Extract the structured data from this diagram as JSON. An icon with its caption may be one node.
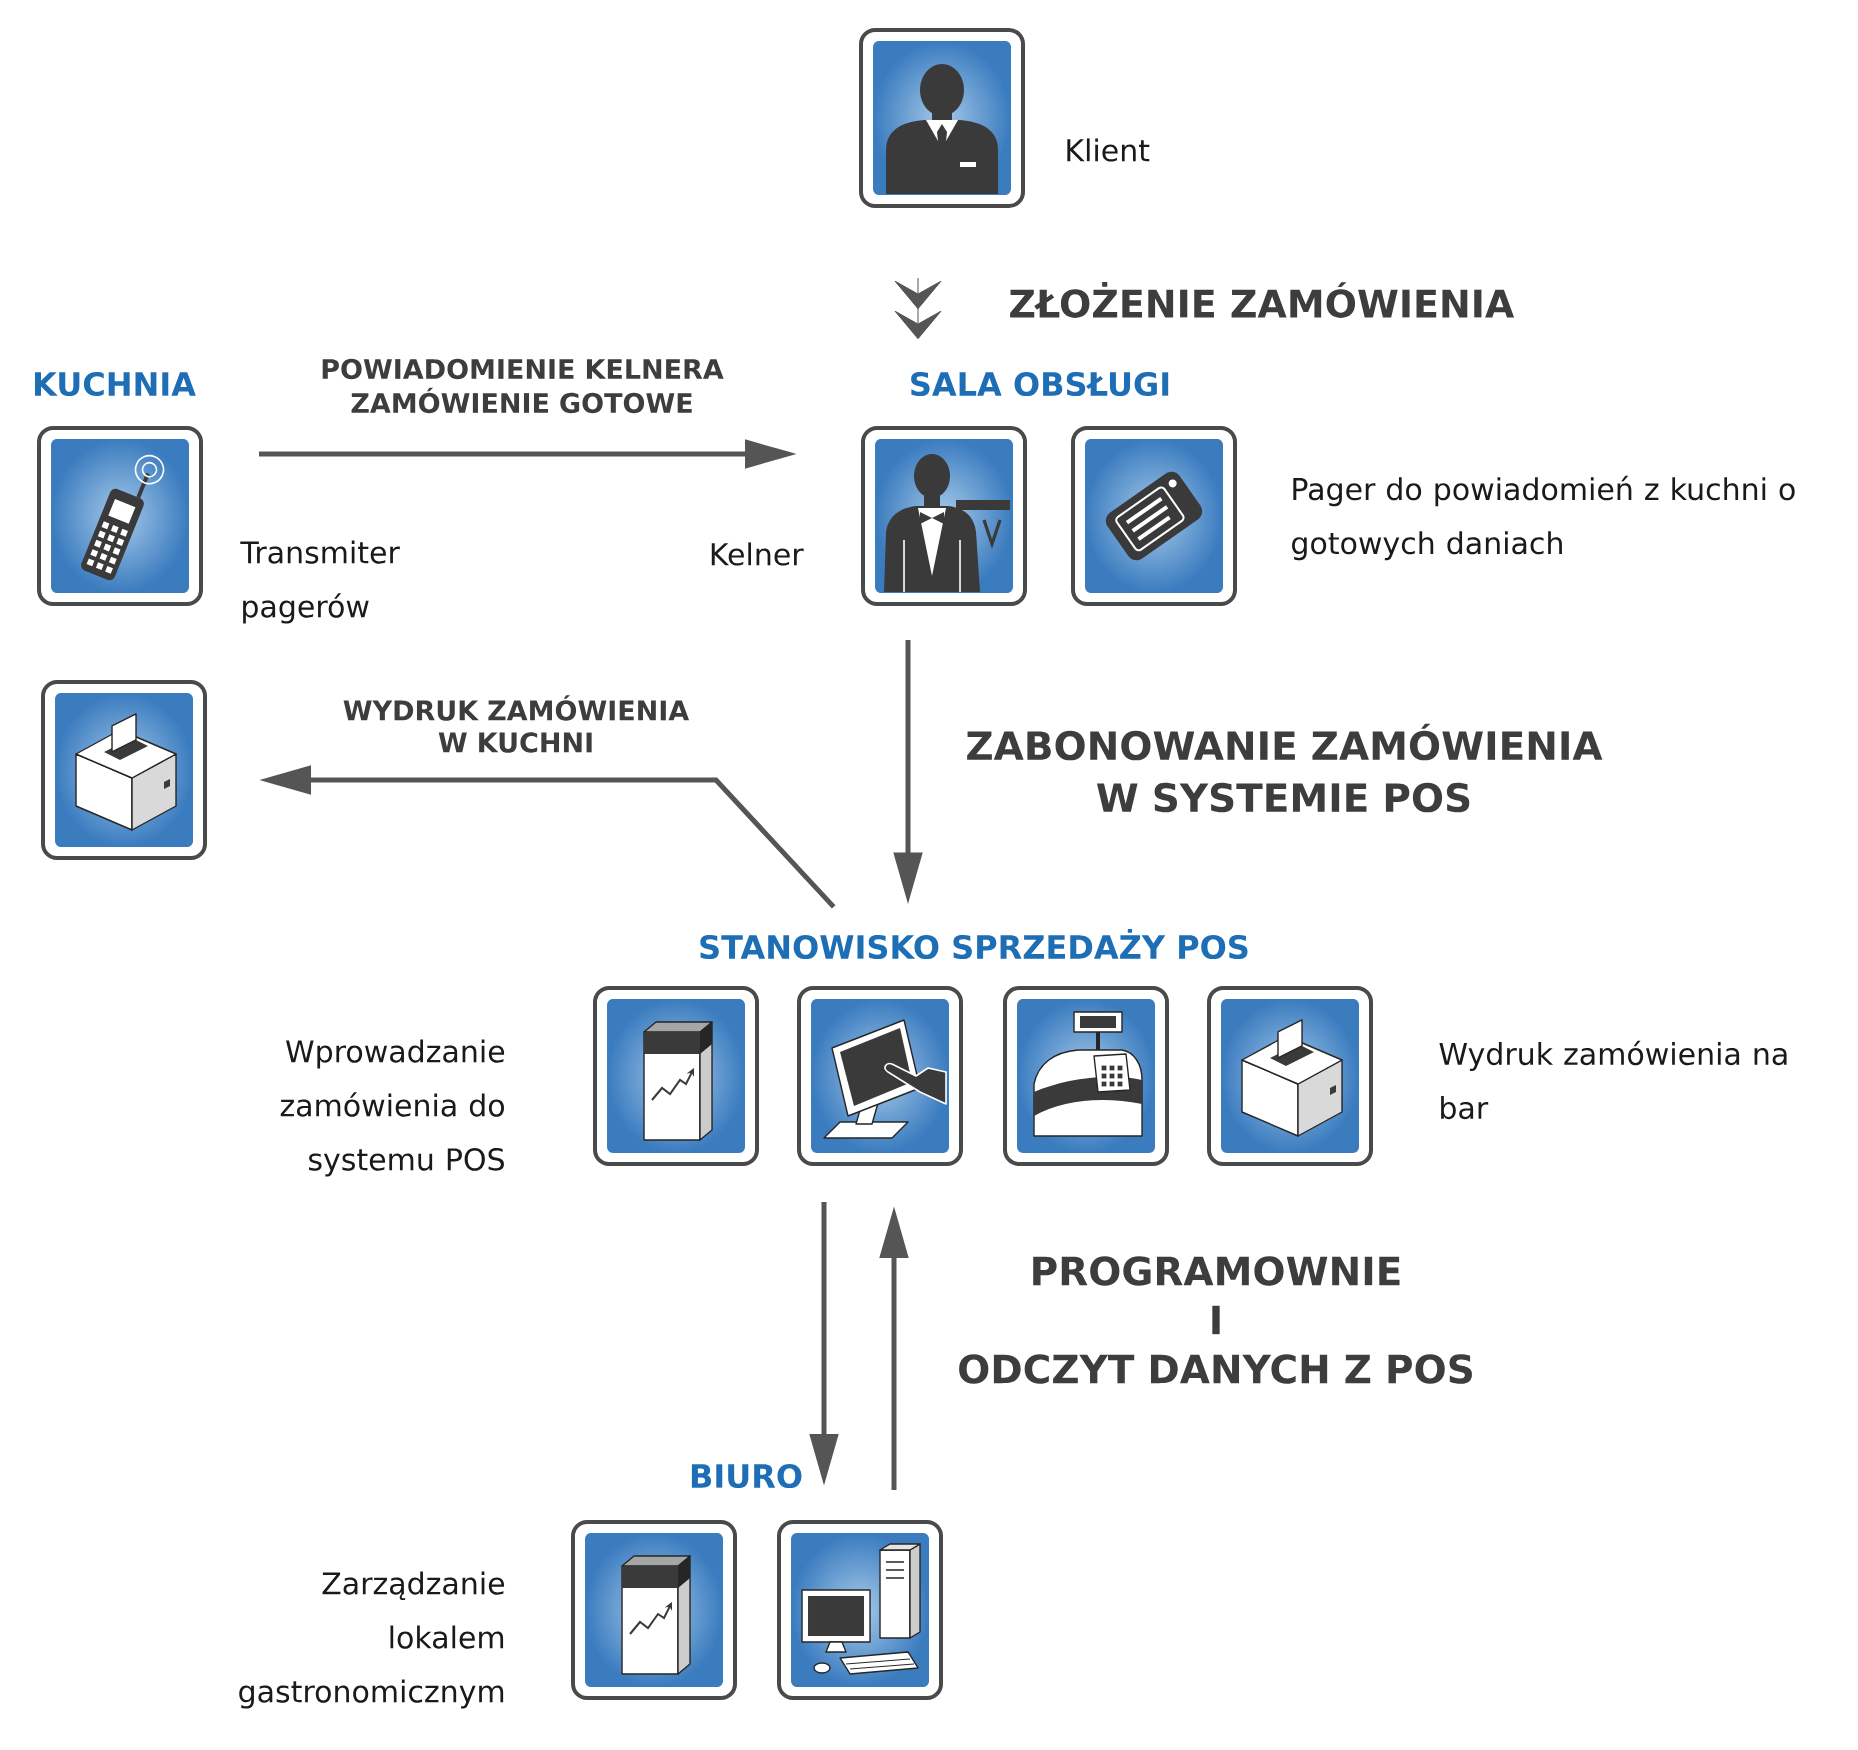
{
  "diagram": {
    "nodes": [
      {
        "text": [],
        "shape": "picture",
        "beside": [
          "Klient"
        ]
      },
      {
        "text": [
          "SALA OBSŁUGI"
        ]
      },
      {
        "text": [],
        "shape": "picture",
        "beside": [
          "Transmiter pagerów"
        ]
      },
      {
        "text": [],
        "shape": "picture",
        "beside": [
          "Kelner"
        ]
      },
      {
        "text": [],
        "shape": "picture",
        "beside": [
          "Pager do powiadomień z kuchni o gotowych daniach"
        ]
      },
      {
        "text": [],
        "shape": "picture"
      },
      {
        "text": [
          "STANOWISKO SPRZEDAŻY POS"
        ]
      },
      {
        "text": [],
        "shape": "picture",
        "beside": [
          "Wprowadzanie zamówienia do systemu POS"
        ]
      },
      {
        "text": [],
        "shape": "picture"
      },
      {
        "text": [],
        "shape": "picture"
      },
      {
        "text": [],
        "shape": "picture",
        "beside": [
          "Wydruk zamówienia na bar"
        ]
      },
      {
        "text": [],
        "shape": "picture",
        "beside": [
          "Zarządzanie lokalem gastronomicznym"
        ]
      },
      {
        "text": [],
        "shape": "picture"
      }
    ],
    "edges": [
      {
        "from": 0,
        "to": 1,
        "arrow": "to",
        "label": "ZŁOŻENIE ZAMÓWIENIA"
      },
      {
        "from": 2,
        "to": 3,
        "arrow": "to",
        "label": "POWIADOMIENIE KELNERA ZAMÓWIENIE GOTOWE"
      },
      {
        "from": 3,
        "to": 6,
        "arrow": "to",
        "label": "ZABONOWANIE ZAMÓWIENIA W SYSTEMIE POS"
      },
      {
        "from": 6,
        "to": 5,
        "arrow": "to",
        "label": "WYDRUK ZAMÓWIENIA W KUCHNI"
      },
      {
        "from": 8,
        "to": 12,
        "arrow": "to"
      },
      {
        "from": 12,
        "to": 8,
        "arrow": "to",
        "label": "PROGRAMOWNIE I ODCZYT DANYCH Z POS"
      }
    ],
    "labels": [
      "KUCHNIA",
      "BIURO"
    ]
  }
}
